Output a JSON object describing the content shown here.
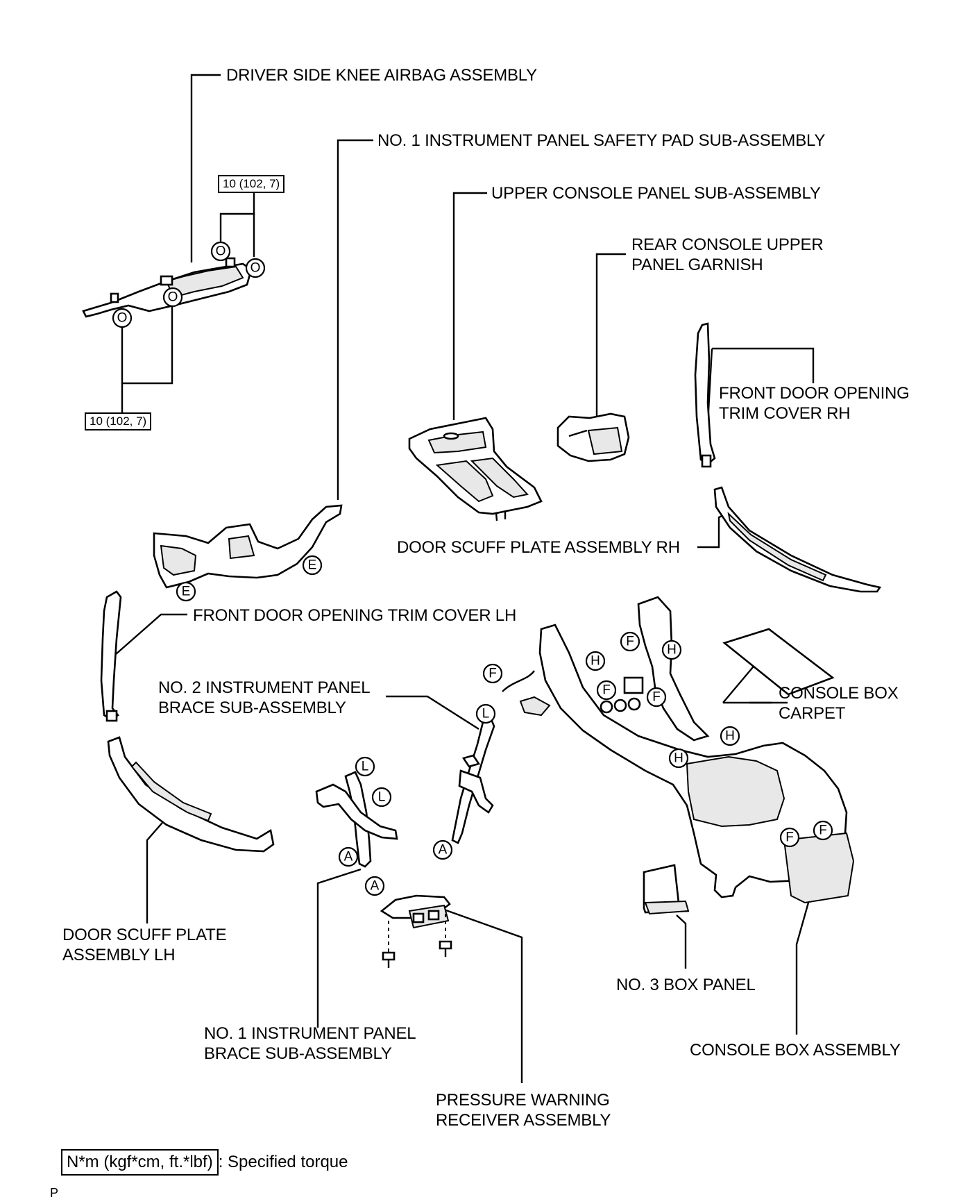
{
  "labels": {
    "driver_knee_airbag": [
      "DRIVER SIDE KNEE AIRBAG ASSEMBLY"
    ],
    "safety_pad": [
      "NO. 1 INSTRUMENT PANEL SAFETY PAD SUB-ASSEMBLY"
    ],
    "upper_console_panel": [
      "UPPER CONSOLE PANEL SUB-ASSEMBLY"
    ],
    "rear_console_garnish": [
      "REAR CONSOLE UPPER",
      "PANEL GARNISH"
    ],
    "front_door_trim_rh": [
      "FRONT DOOR OPENING",
      "TRIM COVER RH"
    ],
    "door_scuff_rh": [
      "DOOR SCUFF PLATE ASSEMBLY RH"
    ],
    "front_door_trim_lh": [
      "FRONT DOOR OPENING TRIM COVER LH"
    ],
    "no2_brace": [
      "NO. 2 INSTRUMENT PANEL",
      "BRACE SUB-ASSEMBLY"
    ],
    "console_box_carpet": [
      "CONSOLE BOX",
      "CARPET"
    ],
    "door_scuff_lh": [
      "DOOR SCUFF PLATE",
      "ASSEMBLY LH"
    ],
    "no3_box_panel": [
      "NO. 3 BOX PANEL"
    ],
    "console_box_assembly": [
      "CONSOLE BOX ASSEMBLY"
    ],
    "no1_brace": [
      "NO. 1 INSTRUMENT PANEL",
      "BRACE SUB-ASSEMBLY"
    ],
    "pressure_receiver": [
      "PRESSURE WARNING",
      "RECEIVER ASSEMBLY"
    ]
  },
  "torque": {
    "upper": "10 (102, 7)",
    "lower": "10 (102, 7)"
  },
  "callouts": {
    "O": "O",
    "E": "E",
    "F": "F",
    "H": "H",
    "L": "L",
    "A": "A"
  },
  "legend": {
    "units": "N*m (kgf*cm, ft.*lbf)",
    "text": ": Specified torque"
  },
  "footer": "P"
}
